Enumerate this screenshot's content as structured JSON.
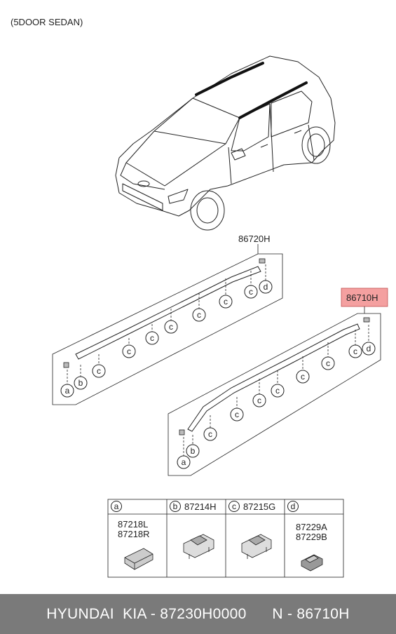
{
  "variant_label": "(5DOOR SEDAN)",
  "parts": {
    "left_rail": "86720H",
    "right_rail": "86710H"
  },
  "callouts": {
    "a": "a",
    "b": "b",
    "c": "c",
    "d": "d"
  },
  "legend": {
    "a_codes": [
      "87218L",
      "87218R"
    ],
    "b_code": "87214H",
    "c_code": "87215G",
    "d_codes": [
      "87229A",
      "87229B"
    ]
  },
  "highlight_color": "#f08080",
  "footer": {
    "brand": "HYUNDAI  KIA - 87230H0000",
    "part": "N - 86710H"
  }
}
